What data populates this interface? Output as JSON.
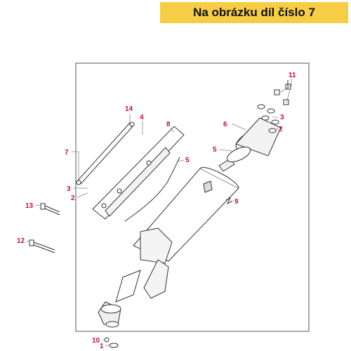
{
  "banner": {
    "text": "Na obrázku díl číslo 7",
    "color": "#f7cd45"
  },
  "diagram": {
    "callout_color": "#c8102e",
    "callouts": {
      "c11": "11",
      "c6": "6",
      "c3a": "3",
      "c2a": "2",
      "c14": "14",
      "c4": "4",
      "c8": "8",
      "c7": "7",
      "c5a": "5",
      "c5b": "5",
      "c3b": "3",
      "c2b": "2",
      "c9": "9",
      "c13": "13",
      "c12": "12",
      "c10": "10",
      "c1": "1"
    }
  }
}
